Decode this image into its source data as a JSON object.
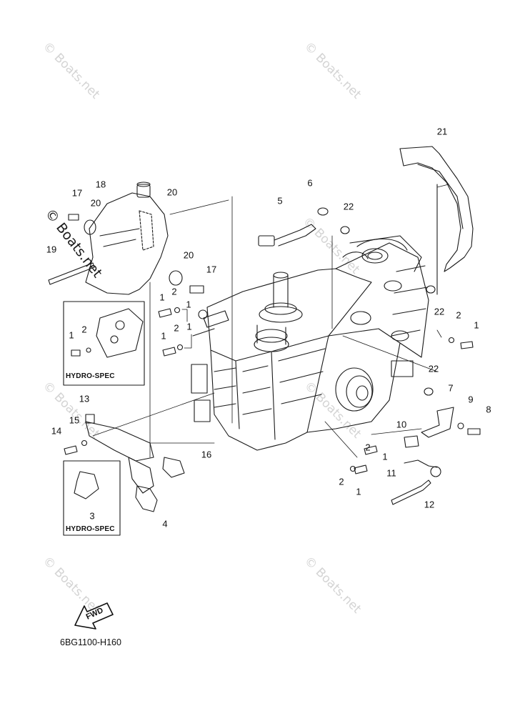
{
  "diagram": {
    "drawing_code": "6BG1100-H160",
    "fwd_label": "FWD",
    "inset_label": "HYDRO-SPEC",
    "watermark": "© Boats.net",
    "callouts": [
      "1",
      "2",
      "3",
      "4",
      "5",
      "6",
      "7",
      "8",
      "9",
      "10",
      "11",
      "12",
      "13",
      "14",
      "15",
      "16",
      "17",
      "18",
      "19",
      "20",
      "21",
      "22"
    ]
  }
}
